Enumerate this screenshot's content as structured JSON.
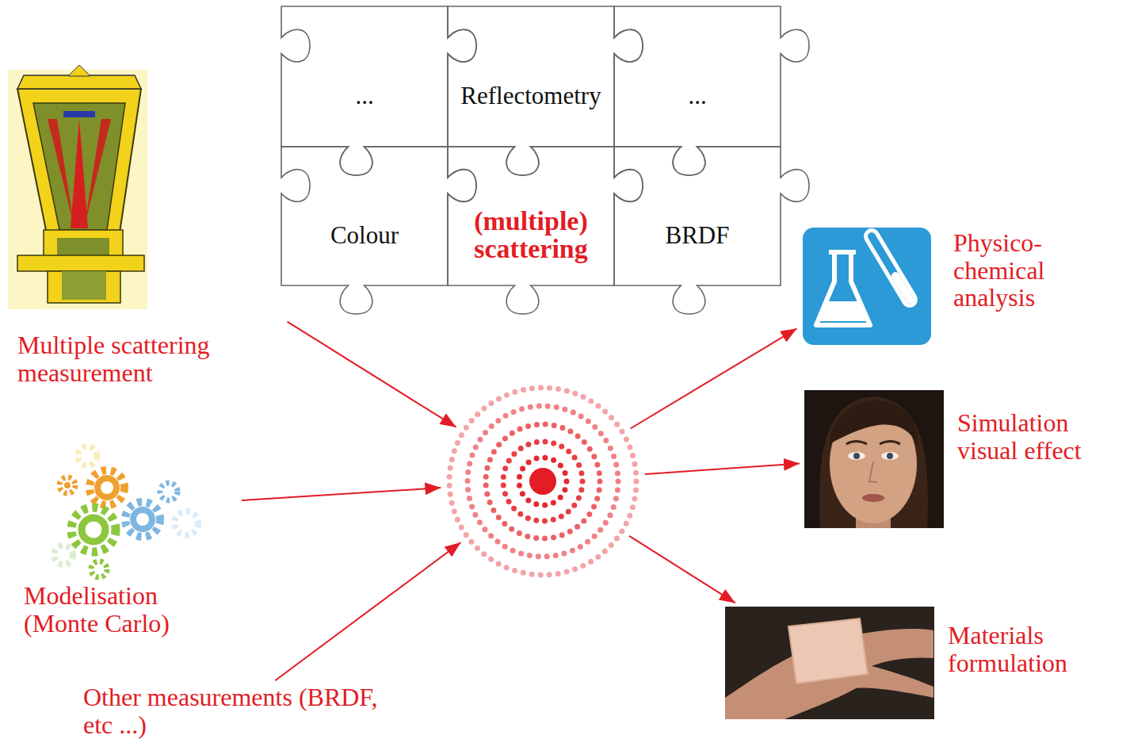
{
  "diagram": {
    "nodes": [
      {
        "text": [
          "..."
        ]
      },
      {
        "text": [
          "Reflectometry"
        ]
      },
      {
        "text": [
          "..."
        ]
      },
      {
        "text": [
          "Colour"
        ]
      },
      {
        "text": [
          "(multiple) scattering"
        ]
      },
      {
        "text": [
          "BRDF"
        ]
      },
      {
        "text": [
          "Multiple scattering measurement"
        ]
      },
      {
        "text": [
          "Modelisation (Monte Carlo)"
        ]
      },
      {
        "text": [
          "Other measurements (BRDF, etc ...)"
        ]
      },
      {
        "text": []
      },
      {
        "text": [
          "Physico-chemical analysis"
        ]
      },
      {
        "text": [
          "Simulation visual effect"
        ]
      },
      {
        "text": [
          "Materials formulation"
        ]
      }
    ],
    "edges": [
      {
        "from": 6,
        "to": 9,
        "arrow": "to"
      },
      {
        "from": 7,
        "to": 9,
        "arrow": "to"
      },
      {
        "from": 8,
        "to": 9,
        "arrow": "to"
      },
      {
        "from": 9,
        "to": 10,
        "arrow": "to"
      },
      {
        "from": 9,
        "to": 11,
        "arrow": "to"
      },
      {
        "from": 9,
        "to": 12,
        "arrow": "to"
      }
    ]
  }
}
